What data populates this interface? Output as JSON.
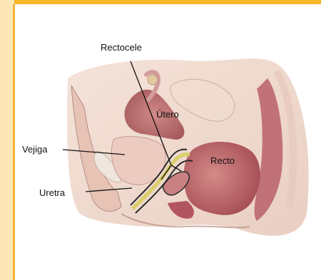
{
  "labels": {
    "rectocele": "Rectocele",
    "utero": "Útero",
    "vejiga": "Vejiga",
    "recto": "Recto",
    "uretra": "Uretra"
  },
  "colors": {
    "border_accent": "#f7b72a",
    "border_light": "#fde7b8"
  }
}
